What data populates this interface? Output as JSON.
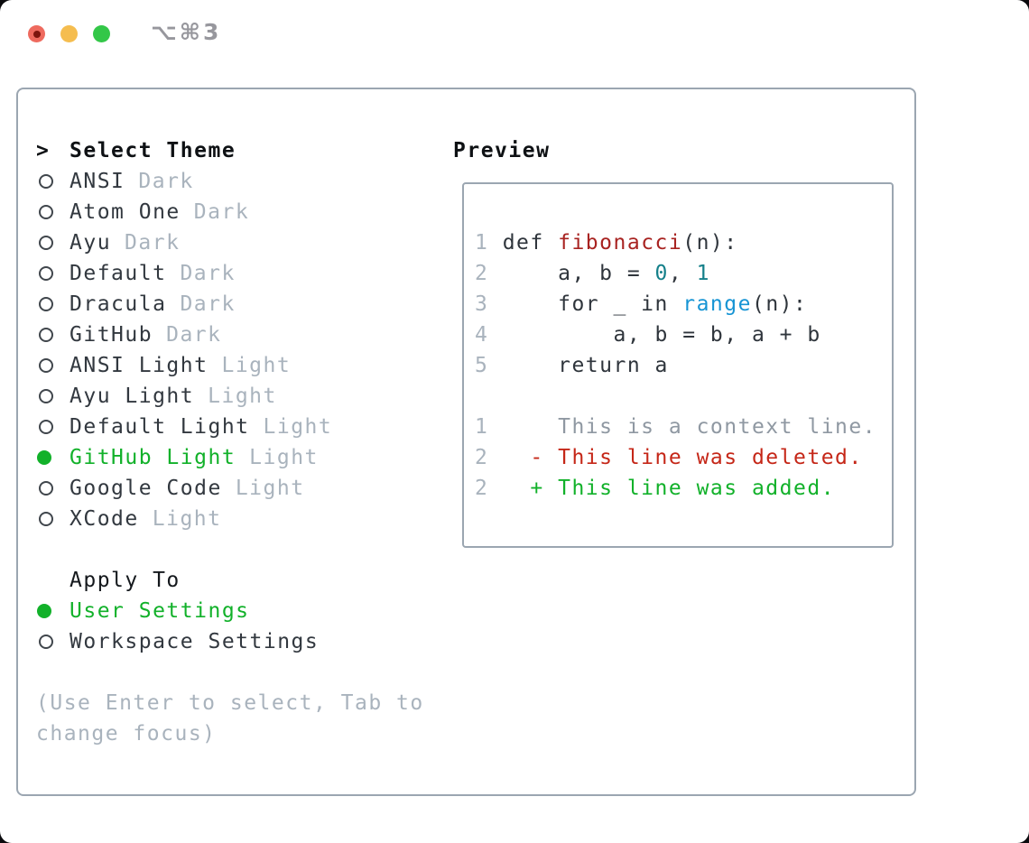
{
  "window": {
    "title": "⌥⌘3",
    "traffic_lights": [
      {
        "name": "close",
        "color": "#ee6a5e"
      },
      {
        "name": "minimize",
        "color": "#f5bd4f"
      },
      {
        "name": "zoom",
        "color": "#33c748"
      }
    ]
  },
  "theme_picker": {
    "prompt": ">",
    "header": "Select Theme",
    "themes": [
      {
        "name": "ANSI",
        "variant": "Dark",
        "selected": false
      },
      {
        "name": "Atom One",
        "variant": "Dark",
        "selected": false
      },
      {
        "name": "Ayu",
        "variant": "Dark",
        "selected": false
      },
      {
        "name": "Default",
        "variant": "Dark",
        "selected": false
      },
      {
        "name": "Dracula",
        "variant": "Dark",
        "selected": false
      },
      {
        "name": "GitHub",
        "variant": "Dark",
        "selected": false
      },
      {
        "name": "ANSI Light",
        "variant": "Light",
        "selected": false
      },
      {
        "name": "Ayu Light",
        "variant": "Light",
        "selected": false
      },
      {
        "name": "Default Light",
        "variant": "Light",
        "selected": false
      },
      {
        "name": "GitHub Light",
        "variant": "Light",
        "selected": true
      },
      {
        "name": "Google Code",
        "variant": "Light",
        "selected": false
      },
      {
        "name": "XCode",
        "variant": "Light",
        "selected": false
      }
    ],
    "apply_to": {
      "header": "Apply To",
      "options": [
        {
          "name": "User Settings",
          "selected": true
        },
        {
          "name": "Workspace Settings",
          "selected": false
        }
      ]
    },
    "help": "(Use Enter to select, Tab to change focus)"
  },
  "preview": {
    "header": "Preview",
    "code_lines": [
      {
        "tokens": [
          {
            "t": "1",
            "s": "ln"
          },
          {
            "t": " def ",
            "s": "plain"
          },
          {
            "t": "fibonacci",
            "s": "func"
          },
          {
            "t": "(n):",
            "s": "plain"
          }
        ]
      },
      {
        "tokens": [
          {
            "t": "2",
            "s": "ln"
          },
          {
            "t": "     a, b = ",
            "s": "plain"
          },
          {
            "t": "0",
            "s": "number"
          },
          {
            "t": ", ",
            "s": "plain"
          },
          {
            "t": "1",
            "s": "number"
          }
        ]
      },
      {
        "tokens": [
          {
            "t": "3",
            "s": "ln"
          },
          {
            "t": "     for _ in ",
            "s": "plain"
          },
          {
            "t": "range",
            "s": "builtin"
          },
          {
            "t": "(n):",
            "s": "plain"
          }
        ]
      },
      {
        "tokens": [
          {
            "t": "4",
            "s": "ln"
          },
          {
            "t": "         a, b = b, a + b",
            "s": "plain"
          }
        ]
      },
      {
        "tokens": [
          {
            "t": "5",
            "s": "ln"
          },
          {
            "t": "     return a",
            "s": "plain"
          }
        ]
      },
      {
        "tokens": []
      },
      {
        "tokens": [
          {
            "t": "1",
            "s": "ln"
          },
          {
            "t": "     This is a context line.",
            "s": "context"
          }
        ]
      },
      {
        "tokens": [
          {
            "t": "2",
            "s": "ln"
          },
          {
            "t": "   - This line was deleted.",
            "s": "deleted"
          }
        ]
      },
      {
        "tokens": [
          {
            "t": "2",
            "s": "ln"
          },
          {
            "t": "   + This line was added.",
            "s": "added"
          }
        ]
      }
    ]
  },
  "colors": {
    "accent_green": "#12b12a",
    "deleted_red": "#c52718",
    "function_red": "#a82321",
    "number_teal": "#15808a",
    "builtin_blue": "#1694d4",
    "muted_gray": "#a9b3bd",
    "context_gray": "#8f98a2",
    "text_dark": "#32383f",
    "border_gray": "#9ba6b1"
  }
}
